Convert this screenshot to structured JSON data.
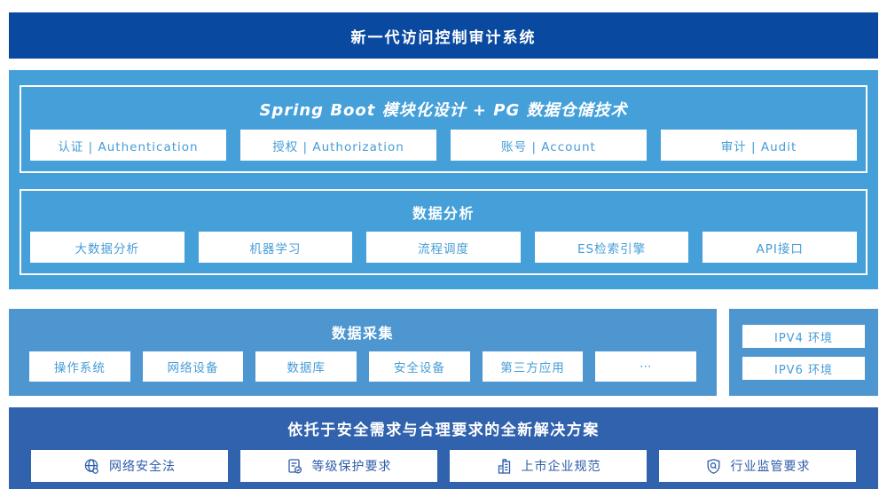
{
  "colors": {
    "banner_bg": "#0a49a0",
    "platform_bg": "#45a0d9",
    "collect_bg": "#4e96d0",
    "solution_bg": "#3162ad",
    "light_text": "#459dd7",
    "dark_text": "#2d5cab",
    "box_bg": "#ffffff"
  },
  "banner": {
    "title": "新一代访问控制审计系统"
  },
  "platform": {
    "modules_section": {
      "title": "Spring Boot 模块化设计 + PG 数据仓储技术",
      "items": [
        "认证 | Authentication",
        "授权 | Authorization",
        "账号 | Account",
        "审计 | Audit"
      ]
    },
    "analysis_section": {
      "title": "数据分析",
      "items": [
        "大数据分析",
        "机器学习",
        "流程调度",
        "ES检索引擎",
        "API接口"
      ]
    }
  },
  "collection": {
    "title": "数据采集",
    "items": [
      "操作系统",
      "网络设备",
      "数据库",
      "安全设备",
      "第三方应用",
      "⋯"
    ]
  },
  "environments": {
    "items": [
      "IPV4 环境",
      "IPV6 环境"
    ]
  },
  "solution": {
    "title": "依托于安全需求与合理要求的全新解决方案",
    "items": [
      {
        "icon": "globe-icon",
        "label": "网络安全法"
      },
      {
        "icon": "document-check-icon",
        "label": "等级保护要求"
      },
      {
        "icon": "building-icon",
        "label": "上市企业规范"
      },
      {
        "icon": "shield-search-icon",
        "label": "行业监管要求"
      }
    ]
  }
}
